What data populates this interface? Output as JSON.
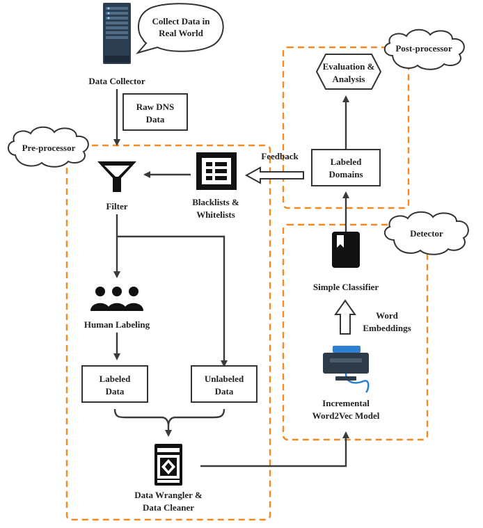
{
  "speech_bubble": {
    "line1": "Collect Data in",
    "line2": "Real World"
  },
  "data_collector": {
    "label": "Data Collector"
  },
  "raw_dns": {
    "line1": "Raw DNS",
    "line2": "Data"
  },
  "preprocessor": {
    "title": "Pre-processor"
  },
  "postprocessor": {
    "title": "Post-processor"
  },
  "detector": {
    "title": "Detector"
  },
  "filter": {
    "label": "Filter"
  },
  "lists": {
    "line1": "Blacklists &",
    "line2": "Whitelists"
  },
  "feedback": {
    "label": "Feedback"
  },
  "labeled_domains": {
    "line1": "Labeled",
    "line2": "Domains"
  },
  "evaluation": {
    "line1": "Evaluation &",
    "line2": "Analysis"
  },
  "human_labeling": {
    "label": "Human Labeling"
  },
  "labeled_data": {
    "line1": "Labeled",
    "line2": "Data"
  },
  "unlabeled_data": {
    "line1": "Unlabeled",
    "line2": "Data"
  },
  "wrangler": {
    "line1": "Data Wrangler &",
    "line2": "Data Cleaner"
  },
  "classifier": {
    "label": "Simple Classifier"
  },
  "embeddings": {
    "line1": "Word",
    "line2": "Embeddings"
  },
  "word2vec": {
    "line1": "Incremental",
    "line2": "Word2Vec Model"
  },
  "colors": {
    "accent_dash": "#f08a24",
    "stroke": "#333333",
    "icon_fill": "#111111"
  }
}
